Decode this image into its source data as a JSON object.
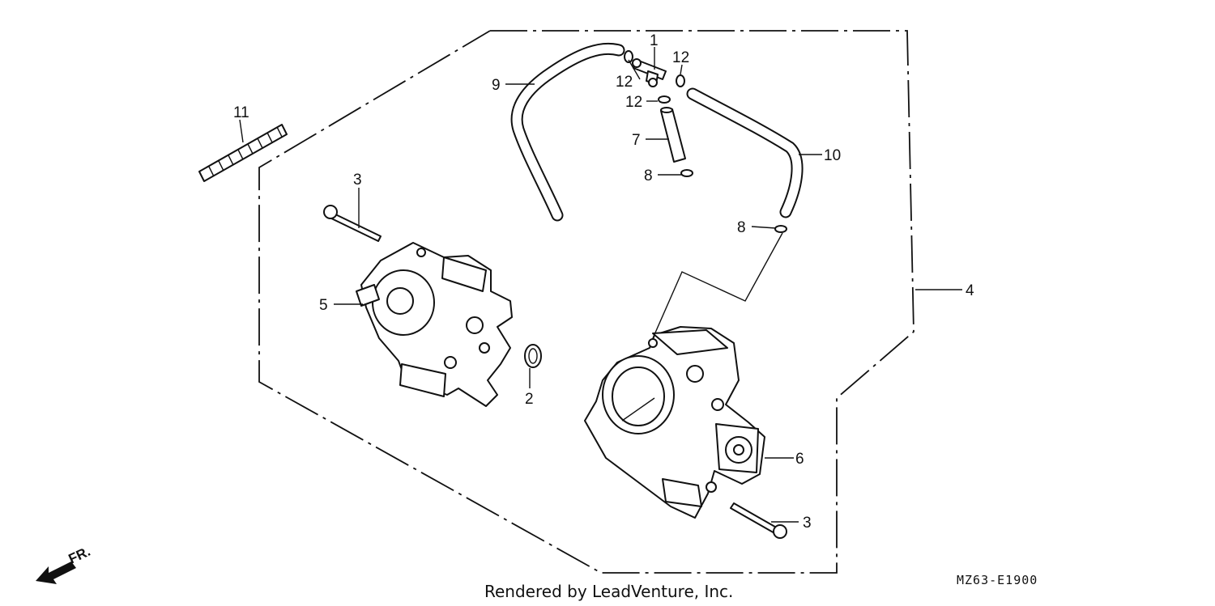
{
  "callouts": {
    "c1": "1",
    "c2": "2",
    "c3a": "3",
    "c3b": "3",
    "c4": "4",
    "c5": "5",
    "c6": "6",
    "c7": "7",
    "c8a": "8",
    "c8b": "8",
    "c9": "9",
    "c10": "10",
    "c11": "11",
    "c12a": "12",
    "c12b": "12",
    "c12c": "12"
  },
  "direction_label": "FR.",
  "credit": "Rendered by LeadVenture, Inc.",
  "diagram_code": "MZ63-E1900"
}
